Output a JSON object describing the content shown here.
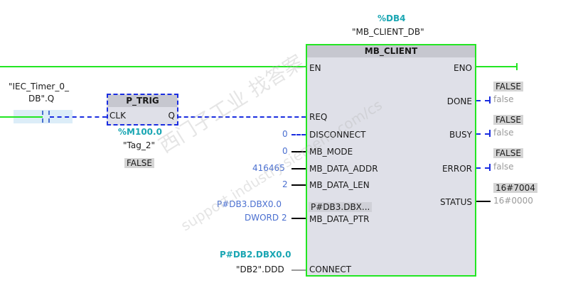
{
  "instance": {
    "address": "%DB4",
    "name": "\"MB_CLIENT_DB\""
  },
  "block": {
    "title": "MB_CLIENT",
    "inputs": {
      "en": "EN",
      "req": "REQ",
      "disconnect": "DISCONNECT",
      "mb_mode": "MB_MODE",
      "mb_data_addr": "MB_DATA_ADDR",
      "mb_data_len": "MB_DATA_LEN",
      "mb_data_ptr": "MB_DATA_PTR",
      "mb_data_ptr_value": "P#DB3.DBX...",
      "connect": "CONNECT"
    },
    "outputs": {
      "eno": "ENO",
      "done": "DONE",
      "busy": "BUSY",
      "error": "ERROR",
      "status": "STATUS"
    }
  },
  "input_values": {
    "disconnect": "0",
    "mb_mode": "0",
    "mb_data_addr": "416465",
    "mb_data_len": "2",
    "mb_data_ptr_line1": "P#DB3.DBX0.0",
    "mb_data_ptr_line2": "DWORD 2",
    "connect_address": "P#DB2.DBX0.0",
    "connect_tag": "\"DB2\".DDD"
  },
  "output_values": {
    "done": {
      "monitor": "FALSE",
      "tag": "false"
    },
    "busy": {
      "monitor": "FALSE",
      "tag": "false"
    },
    "error": {
      "monitor": "FALSE",
      "tag": "false"
    },
    "status": {
      "monitor": "16#7004",
      "tag": "16#0000"
    }
  },
  "contact": {
    "tag_line1": "\"IEC_Timer_0_",
    "tag_line2": "DB\".Q"
  },
  "p_trig": {
    "title": "P_TRIG",
    "clk": "CLK",
    "q": "Q",
    "address": "%M100.0",
    "tag": "\"Tag_2\"",
    "monitor": "FALSE"
  },
  "watermark": {
    "line1": "西门子工业 找答案",
    "line2": "support.industry.siemens.com/cs"
  },
  "colors": {
    "powerflow": "#22e622",
    "no_flow": "#1a2de0",
    "block_fill": "#dfe0e8"
  }
}
